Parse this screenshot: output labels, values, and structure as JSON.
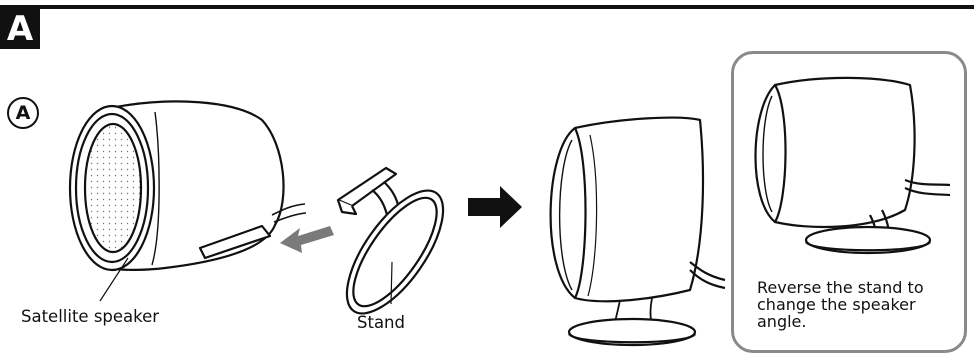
{
  "section_letter": "A",
  "step_marker": "A",
  "labels": {
    "satellite_speaker": "Satellite speaker",
    "stand": "Stand"
  },
  "note": "Reverse the stand to change the speaker angle.",
  "colors": {
    "ink": "#111111",
    "panel_border": "#8a8a8a",
    "arrow_gray": "#7a7a7a"
  },
  "icons": [
    "insert-arrow-icon",
    "result-arrow-icon"
  ]
}
